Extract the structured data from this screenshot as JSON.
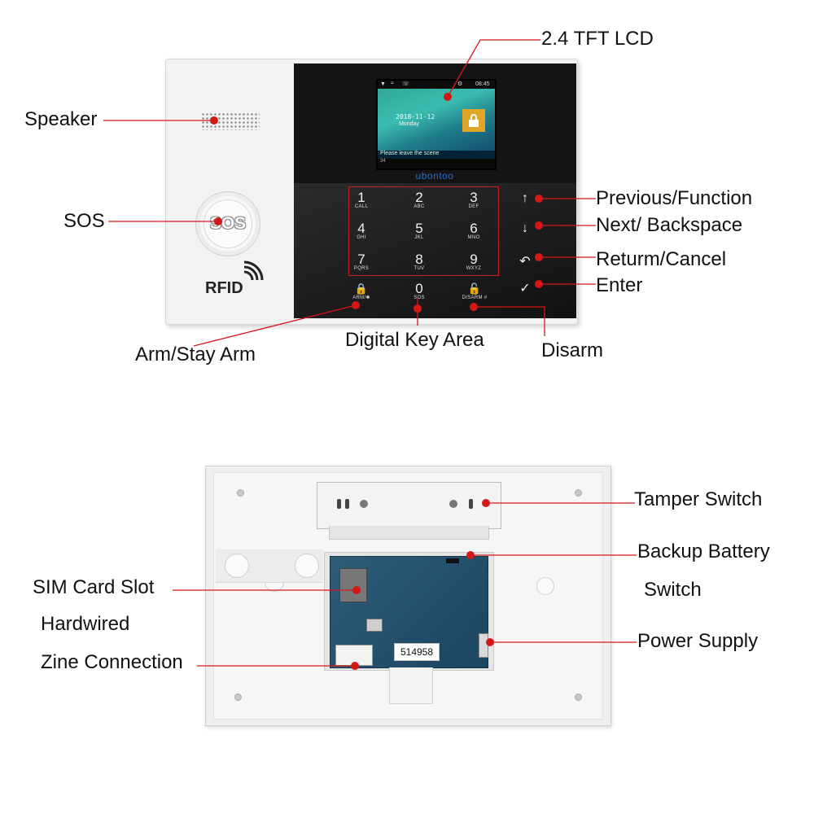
{
  "front": {
    "labels": {
      "lcd": "2.4 TFT LCD",
      "speaker": "Speaker",
      "sos": "SOS",
      "previous": "Previous/Function",
      "next": "Next/ Backspace",
      "return": "Returm/Cancel",
      "enter": "Enter",
      "arm": "Arm/Stay Arm",
      "digital": "Digital Key Area",
      "disarm": "Disarm"
    },
    "device": {
      "sos_button": "SOS",
      "rfid": "RFID",
      "brand": "ubontoo",
      "lcd_date": "2018-11-12",
      "lcd_day": "Monday",
      "lcd_time": "08:45",
      "lcd_message": "Please leave the scene",
      "lcd_footer": "34"
    },
    "keys": [
      {
        "num": "1",
        "sub": "CALL"
      },
      {
        "num": "2",
        "sub": "ABC"
      },
      {
        "num": "3",
        "sub": "DEF"
      },
      {
        "num": "4",
        "sub": "GHI"
      },
      {
        "num": "5",
        "sub": "JKL"
      },
      {
        "num": "6",
        "sub": "MNO"
      },
      {
        "num": "7",
        "sub": "PQRS"
      },
      {
        "num": "8",
        "sub": "TUV"
      },
      {
        "num": "9",
        "sub": "WXYZ"
      }
    ],
    "bottom_keys": {
      "arm_sub": "ARM/✱",
      "zero": "0",
      "zero_sub": "SOS",
      "disarm_sub": "DISARM #"
    },
    "nav_glyphs": [
      "↑",
      "↓",
      "↶",
      "✓"
    ]
  },
  "back": {
    "labels": {
      "tamper": "Tamper Switch",
      "backup1": "Backup Battery",
      "backup2": "Switch",
      "sim": "SIM Card Slot",
      "hardwired": "Hardwired",
      "zine": "Zine Connection",
      "power": "Power Supply"
    },
    "serial": "514958"
  },
  "colors": {
    "callout_red": "#d41818",
    "brand_blue": "#1f6fd6"
  }
}
